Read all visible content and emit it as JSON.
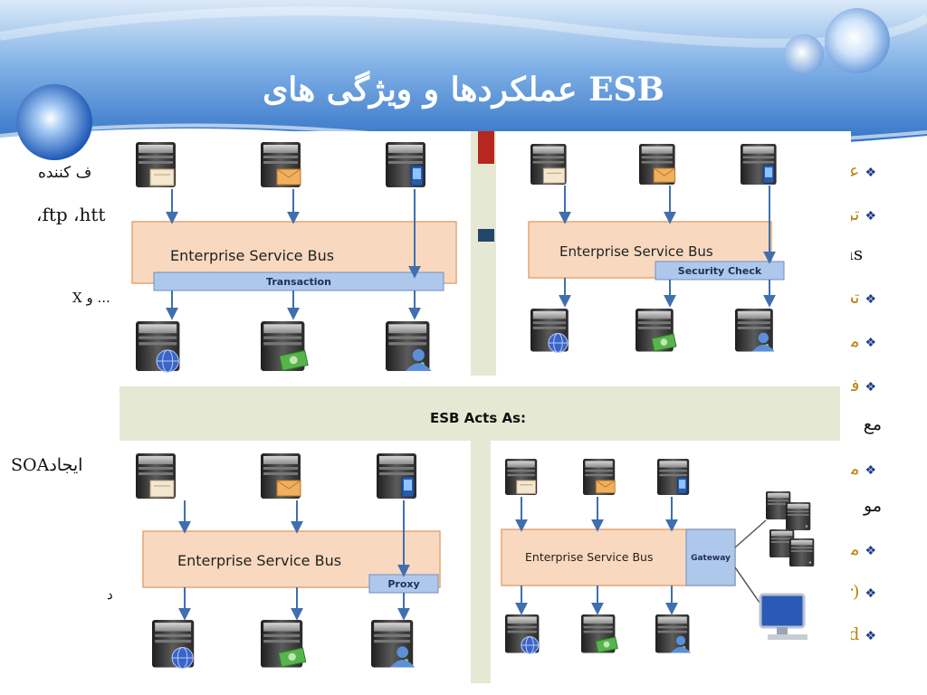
{
  "slide": {
    "title": "عملکردها و ویژگی های ESB",
    "bullets": [
      "عم",
      "تر",
      "تب",
      "مس",
      "فر",
      "مع",
      "مد",
      "مو",
      "مد",
      "(r",
      "d"
    ],
    "bullet_symbol": "❖",
    "fragments": [
      "ف کننده",
      "،ftp ،htt",
      "ns",
      "X و ...",
      "SOAایجاد",
      "د"
    ]
  },
  "diagram": {
    "center_label": "ESB Acts As:",
    "bus_label": "Enterprise Service Bus",
    "roles": [
      "Transaction",
      "Security Check",
      "Proxy",
      "Gateway"
    ]
  },
  "colors": {
    "header_blue": "#2f6fc2",
    "bus_fill": "#f8d9bf",
    "bus_border": "#e4a676",
    "role_fill": "#aec8ec",
    "divider": "#e5e8d3",
    "arrow": "#3f6fae",
    "bullet_text": "#b8860b"
  }
}
